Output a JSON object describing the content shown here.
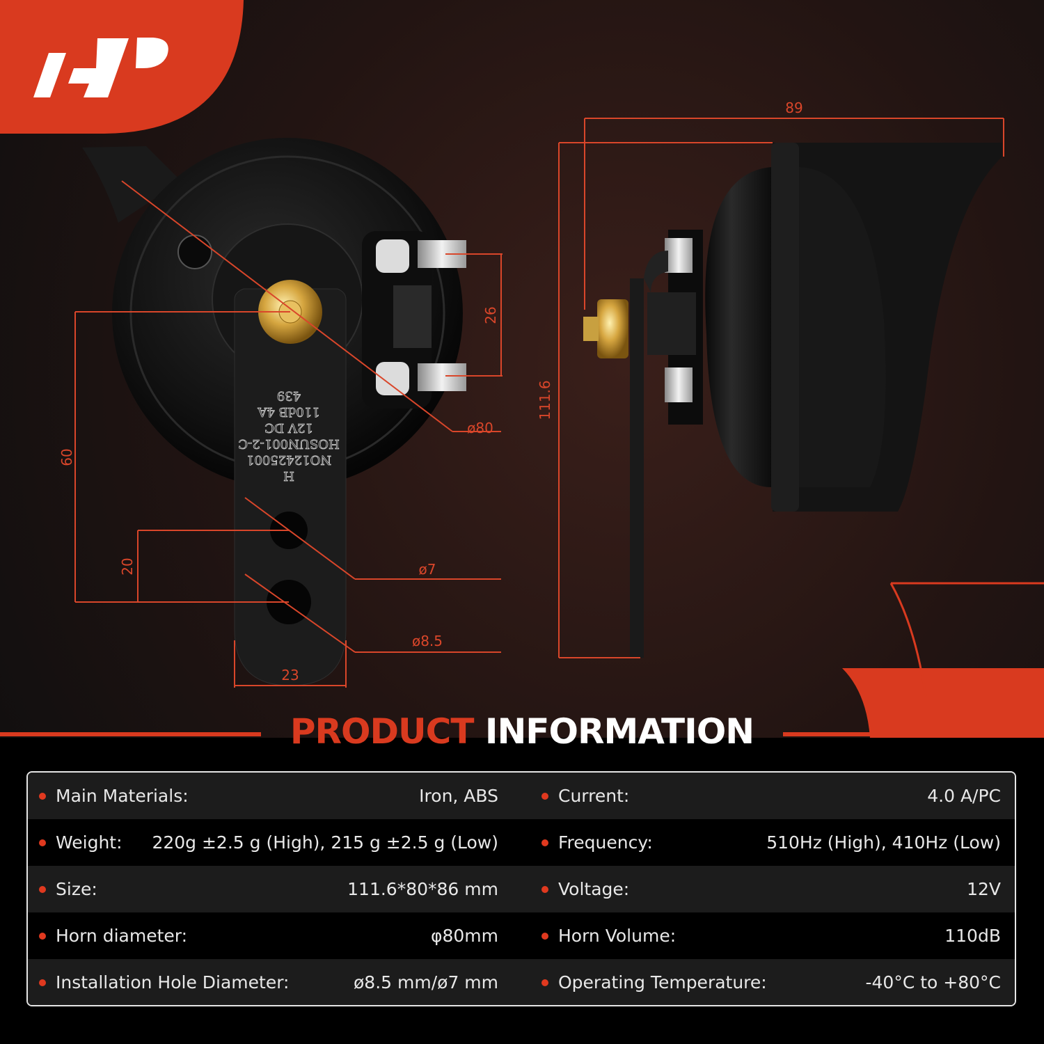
{
  "brand": {
    "logo_text": "A-P",
    "accent_color": "#d93a1f"
  },
  "dimensions": {
    "width_side": "89",
    "height_side": "111.6",
    "terminal_spacing": "26",
    "diameter": "ø80",
    "bolt_to_hole": "60",
    "hole_spacing": "20",
    "hole_small": "ø7",
    "hole_large": "ø8.5",
    "bracket_width": "23"
  },
  "stamp": [
    "439",
    "110dB      4A",
    "12V       DC",
    "HOSUN001-2-C",
    "NO12425001",
    "H"
  ],
  "title": {
    "part1": "PRODUCT",
    "part2": "INFORMATION"
  },
  "specs": {
    "left": [
      {
        "label": "Main Materials:",
        "value": "Iron, ABS"
      },
      {
        "label": "Weight:",
        "value": "220g ±2.5 g (High), 215 g ±2.5 g (Low)"
      },
      {
        "label": "Size:",
        "value": "111.6*80*86 mm"
      },
      {
        "label": "Horn diameter:",
        "value": "φ80mm"
      },
      {
        "label": "Installation Hole Diameter:",
        "value": "ø8.5 mm/ø7 mm"
      }
    ],
    "right": [
      {
        "label": "Current:",
        "value": "4.0 A/PC"
      },
      {
        "label": "Frequency:",
        "value": "510Hz (High), 410Hz (Low)"
      },
      {
        "label": "Voltage:",
        "value": "12V"
      },
      {
        "label": "Horn Volume:",
        "value": "110dB"
      },
      {
        "label": "Operating Temperature:",
        "value": "-40°C to +80°C"
      }
    ]
  }
}
